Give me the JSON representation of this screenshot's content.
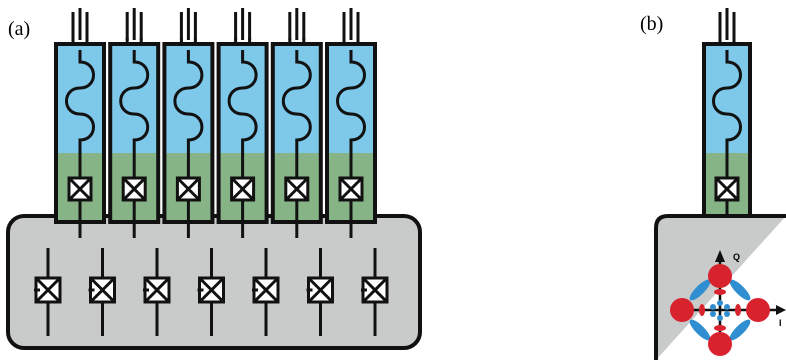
{
  "panel_a": {
    "label": "(a)"
  },
  "panel_b": {
    "label": "(b)",
    "axis_q": "Q",
    "axis_i": "I"
  },
  "colors": {
    "line": "#111111",
    "blue_region": "#7ec8ea",
    "green_region": "#86b487",
    "gray_box": "#c9cbcb",
    "red_state": "#d8232f",
    "blue_state": "#2f8fd0"
  },
  "counts": {
    "panel_a_columns": 6,
    "panel_a_junctions": 7
  }
}
